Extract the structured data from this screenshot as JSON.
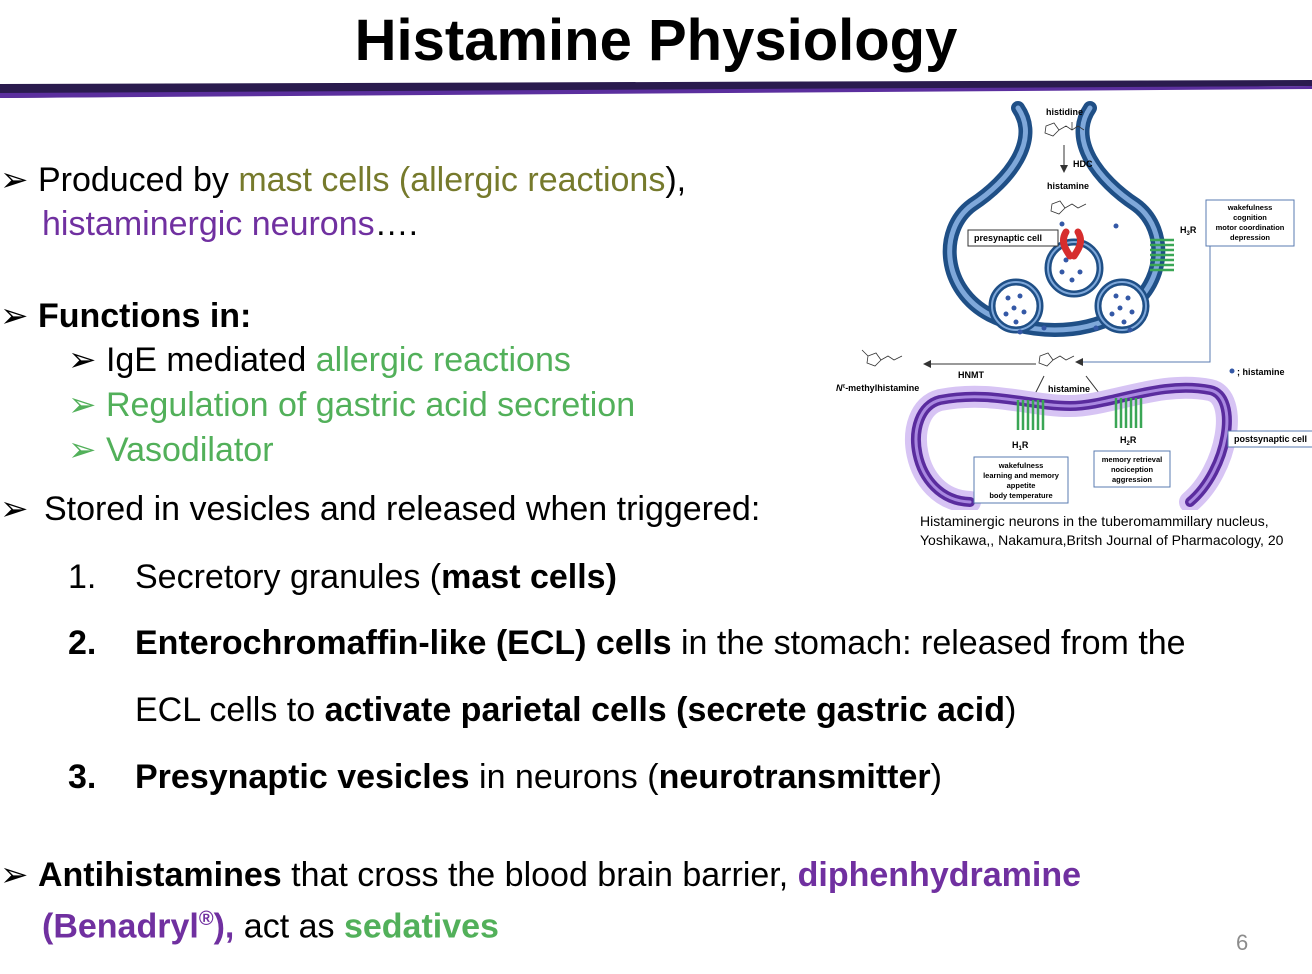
{
  "title": "Histamine Physiology",
  "bullets": {
    "arrow": "➢",
    "produced": {
      "prefix": "Produced by ",
      "mast": "mast cells (allergic reactions",
      "close": "),",
      "neurons": "histaminergic neurons",
      "dots": "…."
    },
    "functions": {
      "heading": "Functions in:",
      "items": [
        {
          "plain": "IgE mediated ",
          "colored": "allergic reactions"
        },
        {
          "colored": "Regulation of gastric acid secretion"
        },
        {
          "colored": "Vasodilator"
        }
      ]
    },
    "stored": {
      "text": "Stored in vesicles and released when triggered:",
      "items": [
        {
          "num": "1.",
          "a": "Secretory granules (",
          "b": "mast cells)"
        },
        {
          "num": "2.",
          "a": "Enterochromaffin-like (ECL) cells",
          "b": " in the stomach: released from the",
          "c": "ECL cells to ",
          "d": "activate parietal cells (secrete gastric acid",
          "e": ")"
        },
        {
          "num": "3.",
          "a": "Presynaptic vesicles",
          "b": " in neurons (",
          "c": "neurotransmitter",
          "d": ")"
        }
      ]
    },
    "antihistamines": {
      "a": "Antihistamines",
      "b": " that cross the blood brain barrier, ",
      "c": "diphenhydramine",
      "d": "(Benadryl",
      "reg": "®",
      "e": "),",
      "f": " act as ",
      "g": "sedatives"
    }
  },
  "figure": {
    "histidine": "histidine",
    "hdc": "HDC",
    "histamine_top": "histamine",
    "presynaptic": "presynaptic cell",
    "h3r_h": "H",
    "h3r_sub": "3",
    "h3r_r": "R",
    "h3r_box": [
      "wakefulness",
      "cognition",
      "motor coordination",
      "depression"
    ],
    "methyl": "N",
    "methyl_sup": "τ",
    "methyl_rest": "-methylhistamine",
    "hnmt": "HNMT",
    "histamine_mid": "histamine",
    "legend": "; histamine",
    "postsynaptic": "postsynaptic cell",
    "h1r_h": "H",
    "h1r_sub": "1",
    "h1r_r": "R",
    "h2r_h": "H",
    "h2r_sub": "2",
    "h2r_r": "R",
    "h1r_box": [
      "wakefulness",
      "learning and memory",
      "appetite",
      "body temperature"
    ],
    "h2r_box": [
      "memory retrieval",
      "nociception",
      "aggression"
    ]
  },
  "caption": {
    "line1": "Histaminergic neurons in the tuberomammillary nucleus,",
    "line2": "Yoshikawa,, Nakamura,Britsh Journal of Pharmacology, 20"
  },
  "page_number": "6"
}
